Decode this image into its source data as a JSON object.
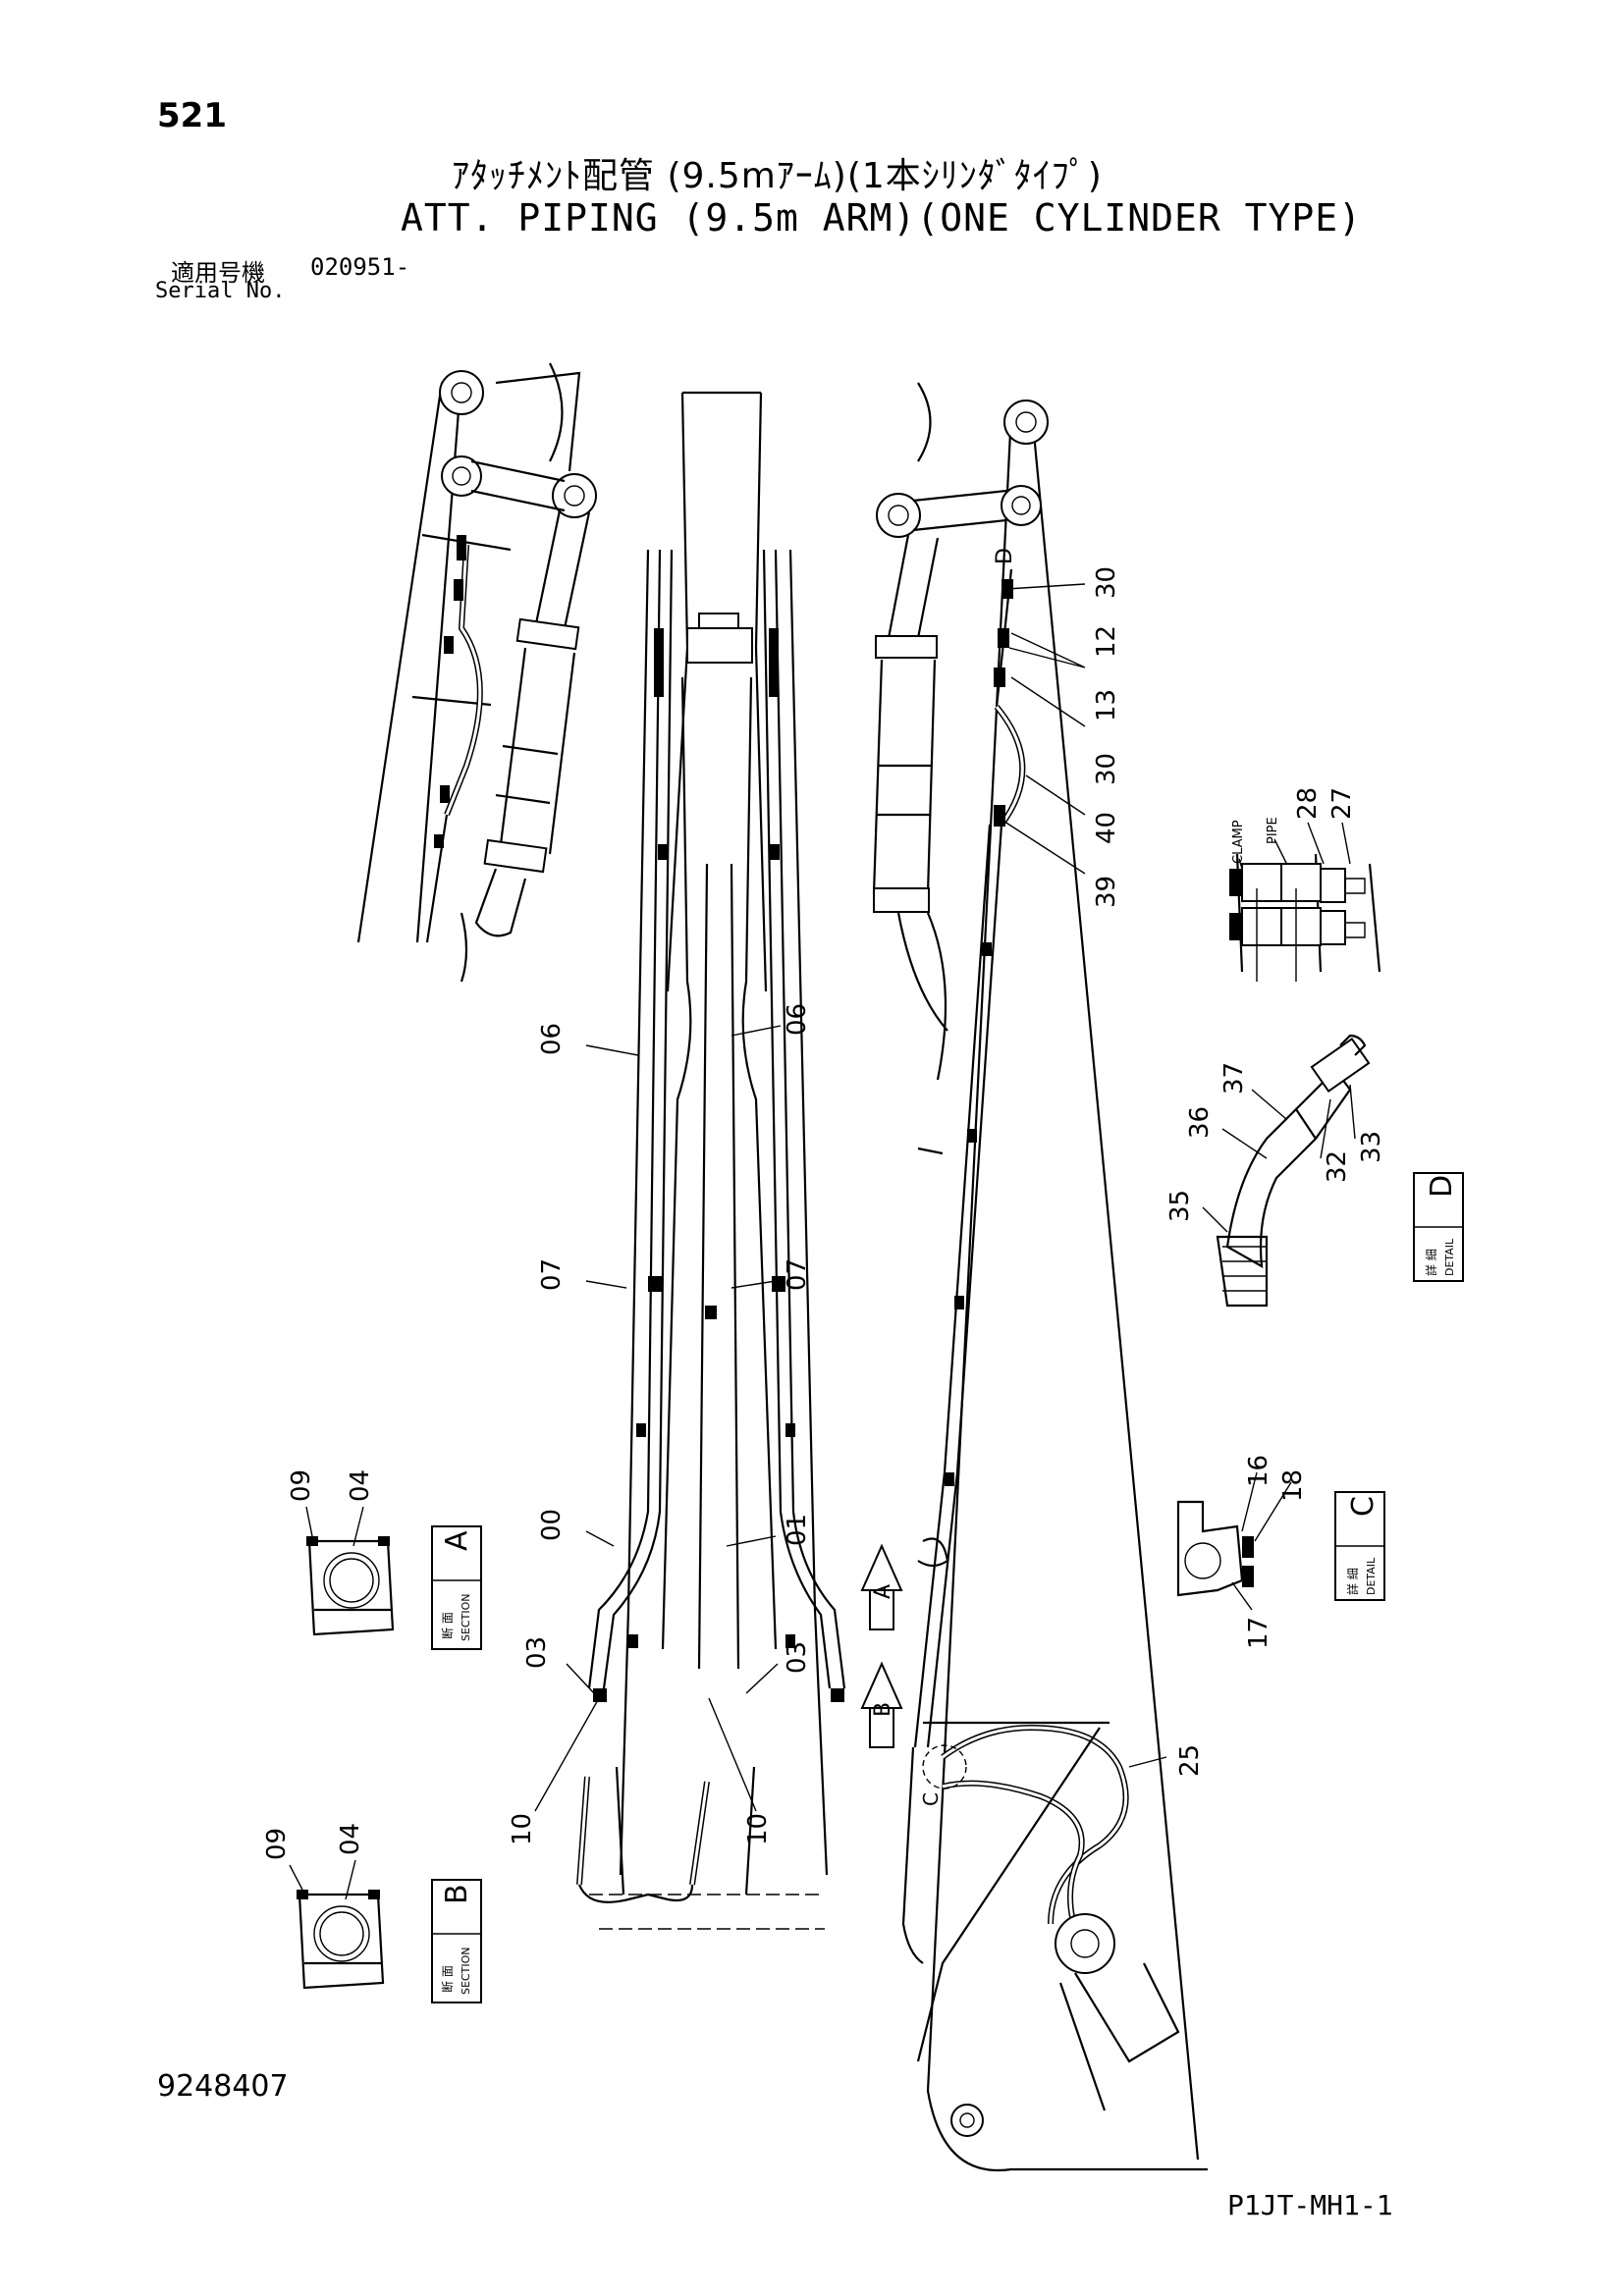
{
  "page_number": "521",
  "title_jp": "ｱﾀｯﾁﾒﾝﾄ配管 (9.5mｱｰﾑ)(1本ｼﾘﾝﾀﾞﾀｲﾌﾟ)",
  "title_en": "ATT. PIPING (9.5m ARM)(ONE CYLINDER TYPE)",
  "serial": {
    "label_jp": "適用号機",
    "value": "020951-",
    "label_en": "Serial No."
  },
  "doc_number": "9248407",
  "ref_code": "P1JT-MH1-1",
  "callouts": {
    "c00": "00",
    "c01": "01",
    "c03a": "03",
    "c03b": "03",
    "c06a": "06",
    "c06b": "06",
    "c07a": "07",
    "c07b": "07",
    "c10a": "10",
    "c10b": "10",
    "c12": "12",
    "c13": "13",
    "c30a": "30",
    "c30b": "30",
    "c39": "39",
    "c40": "40",
    "c25": "25",
    "c27": "27",
    "c28": "28",
    "c32": "32",
    "c33": "33",
    "c35": "35",
    "c36": "36",
    "c37": "37",
    "c16": "16",
    "c17": "17",
    "c18": "18",
    "cA09": "09",
    "cA04": "04",
    "cB09": "09",
    "cB04": "04"
  },
  "markers": {
    "A": "A",
    "B": "B",
    "C": "C",
    "D": "D"
  },
  "views": {
    "A": {
      "letter": "A",
      "jp": "断 面",
      "en": "SECTION"
    },
    "B": {
      "letter": "B",
      "jp": "断 面",
      "en": "SECTION"
    },
    "C": {
      "letter": "C",
      "jp": "詳 細",
      "en": "DETAIL"
    },
    "D": {
      "letter": "D",
      "jp": "詳 細",
      "en": "DETAIL"
    }
  },
  "clamp_detail": {
    "clamp": "CLAMP",
    "pipe": "PIPE"
  }
}
